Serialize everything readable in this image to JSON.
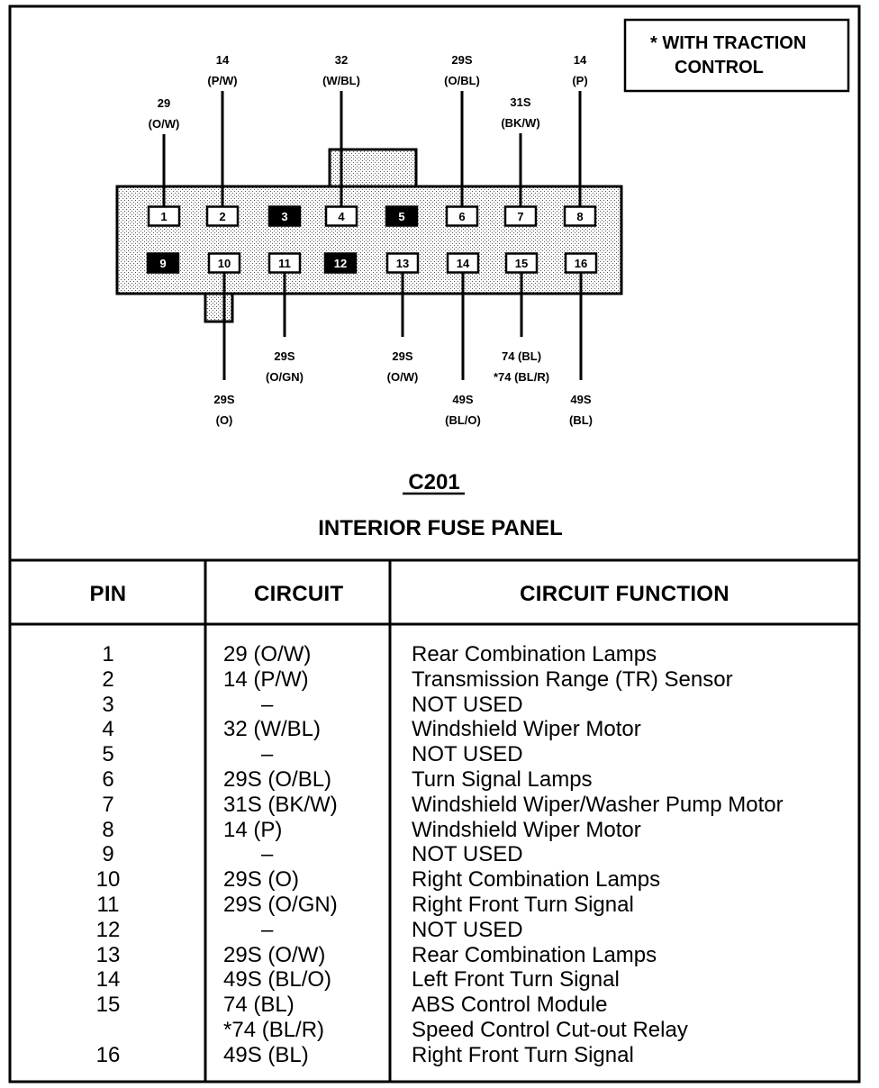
{
  "legend": {
    "line1": "* WITH TRACTION",
    "line2": "CONTROL"
  },
  "connector": {
    "id": "C201",
    "location": "INTERIOR FUSE PANEL",
    "top_row_pins": [
      {
        "num": "1",
        "used": true,
        "label": [
          "29",
          "(O/W)"
        ]
      },
      {
        "num": "2",
        "used": true,
        "label": [
          "14",
          "(P/W)"
        ]
      },
      {
        "num": "3",
        "used": false,
        "label": []
      },
      {
        "num": "4",
        "used": true,
        "label": [
          "32",
          "(W/BL)"
        ]
      },
      {
        "num": "5",
        "used": false,
        "label": []
      },
      {
        "num": "6",
        "used": true,
        "label": [
          "29S",
          "(O/BL)"
        ]
      },
      {
        "num": "7",
        "used": true,
        "label": [
          "31S",
          "(BK/W)"
        ]
      },
      {
        "num": "8",
        "used": true,
        "label": [
          "14",
          "(P)"
        ]
      }
    ],
    "bottom_row_pins": [
      {
        "num": "9",
        "used": false,
        "label": []
      },
      {
        "num": "10",
        "used": true,
        "label": [
          "29S",
          "(O)"
        ]
      },
      {
        "num": "11",
        "used": true,
        "label": [
          "29S",
          "(O/GN)"
        ]
      },
      {
        "num": "12",
        "used": false,
        "label": []
      },
      {
        "num": "13",
        "used": true,
        "label": [
          "29S",
          "(O/W)"
        ]
      },
      {
        "num": "14",
        "used": true,
        "label": [
          "49S",
          "(BL/O)"
        ]
      },
      {
        "num": "15",
        "used": true,
        "label": [
          "74 (BL)",
          "*74 (BL/R)"
        ]
      },
      {
        "num": "16",
        "used": true,
        "label": [
          "49S",
          "(BL)"
        ]
      }
    ]
  },
  "table": {
    "headers": {
      "pin": "PIN",
      "circuit": "CIRCUIT",
      "function": "CIRCUIT FUNCTION"
    },
    "rows": [
      {
        "pin": "1",
        "circuit": "29 (O/W)",
        "function": "Rear Combination Lamps"
      },
      {
        "pin": "2",
        "circuit": "14 (P/W)",
        "function": "Transmission Range (TR) Sensor"
      },
      {
        "pin": "3",
        "circuit": "–",
        "function": "NOT USED"
      },
      {
        "pin": "4",
        "circuit": "32 (W/BL)",
        "function": "Windshield Wiper Motor"
      },
      {
        "pin": "5",
        "circuit": "–",
        "function": "NOT USED"
      },
      {
        "pin": "6",
        "circuit": "29S (O/BL)",
        "function": "Turn Signal Lamps"
      },
      {
        "pin": "7",
        "circuit": "31S (BK/W)",
        "function": "Windshield Wiper/Washer Pump Motor"
      },
      {
        "pin": "8",
        "circuit": "14 (P)",
        "function": "Windshield Wiper Motor"
      },
      {
        "pin": "9",
        "circuit": "–",
        "function": "NOT USED"
      },
      {
        "pin": "10",
        "circuit": "29S (O)",
        "function": "Right Combination Lamps"
      },
      {
        "pin": "11",
        "circuit": "29S (O/GN)",
        "function": "Right Front Turn Signal"
      },
      {
        "pin": "12",
        "circuit": "–",
        "function": "NOT USED"
      },
      {
        "pin": "13",
        "circuit": "29S (O/W)",
        "function": "Rear Combination Lamps"
      },
      {
        "pin": "14",
        "circuit": "49S (BL/O)",
        "function": "Left Front Turn Signal"
      },
      {
        "pin": "15",
        "circuit": "74 (BL)",
        "function": "ABS Control Module"
      },
      {
        "pin": "",
        "circuit": "*74 (BL/R)",
        "function": "Speed Control Cut-out Relay"
      },
      {
        "pin": "16",
        "circuit": "49S (BL)",
        "function": "Right Front Turn Signal"
      }
    ]
  }
}
